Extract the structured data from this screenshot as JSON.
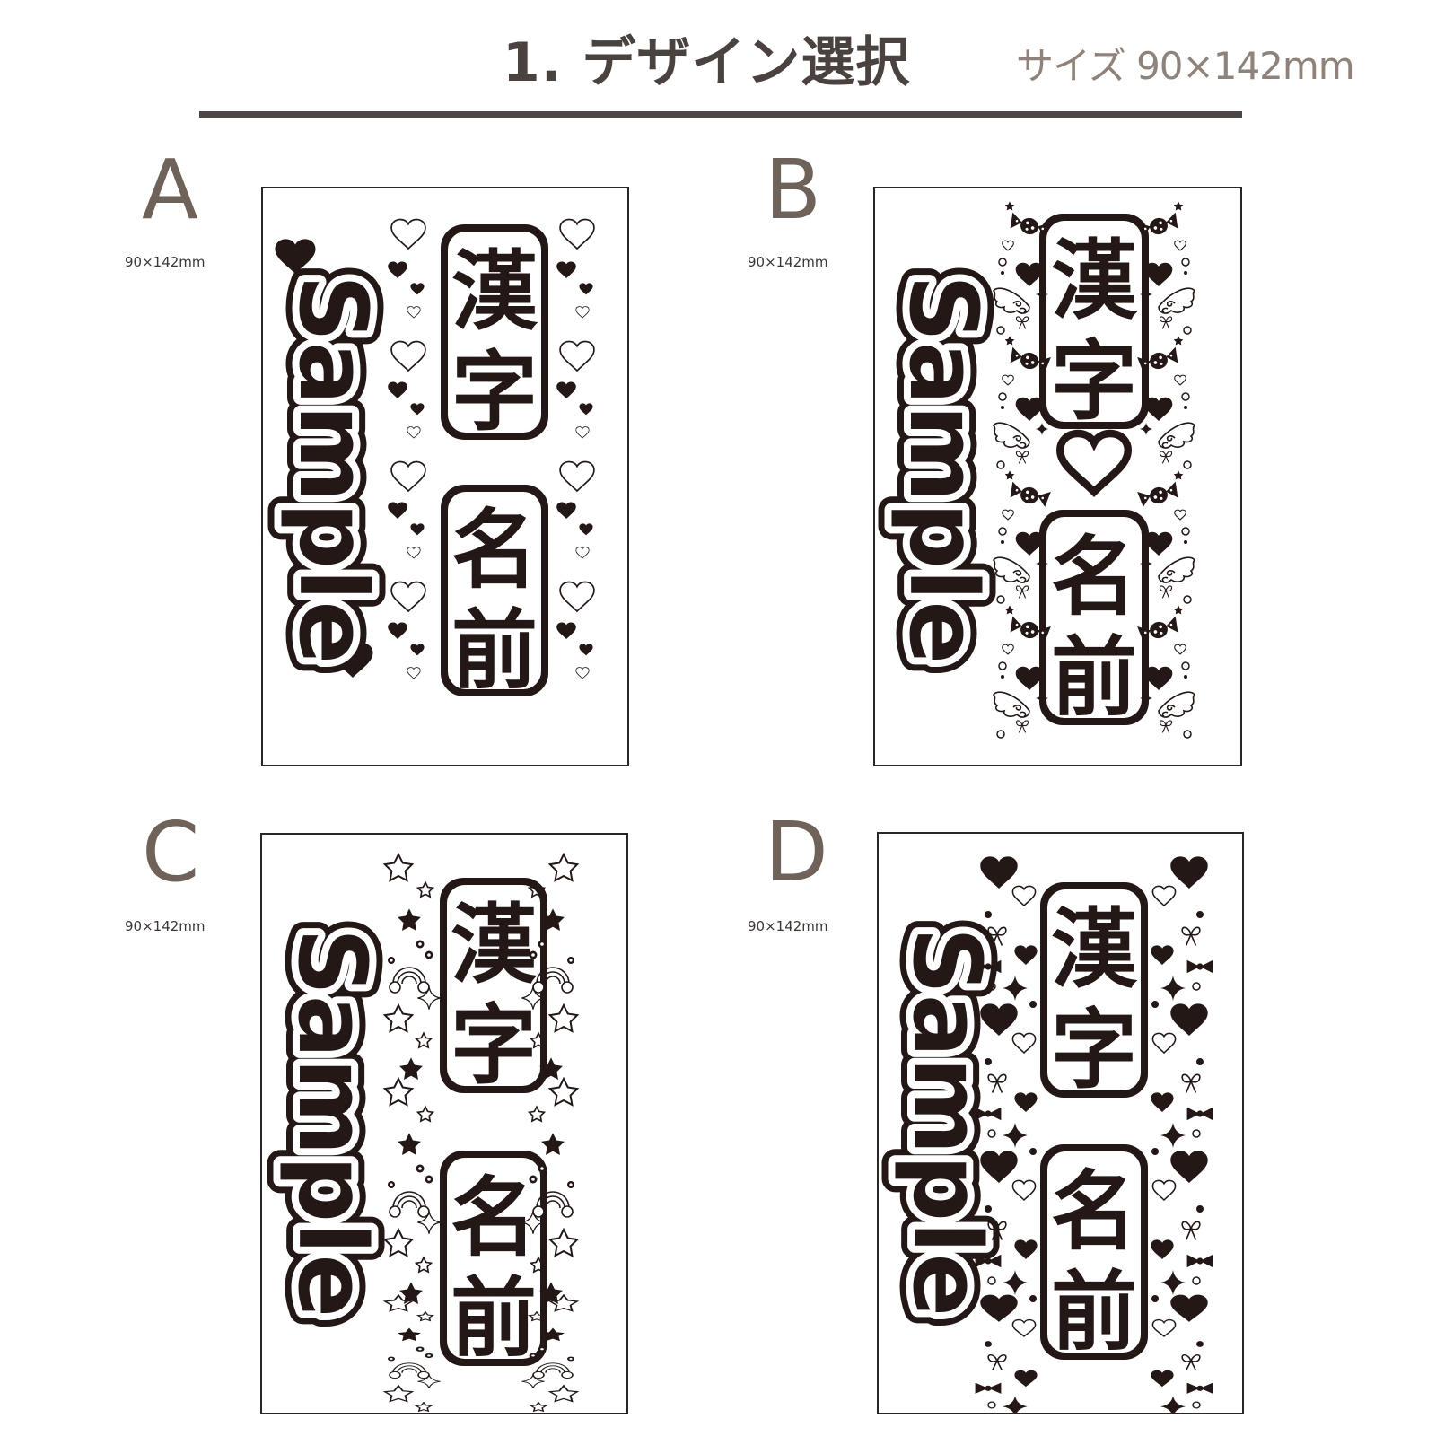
{
  "header": {
    "title": "1. デザイン選択",
    "size_note": "サイズ 90×142mm"
  },
  "colors": {
    "title": "#4a423e",
    "size_note": "#8f8279",
    "divider": "#4e4642",
    "letter": "#6e6259",
    "ink": "#231815"
  },
  "designs": [
    {
      "letter": "A",
      "dims": "90×142mm",
      "motif": "hearts",
      "text_latin": "Sample",
      "text_kanji_top": [
        "漢",
        "字"
      ],
      "text_kanji_bottom": [
        "名",
        "前"
      ],
      "heart_between": false
    },
    {
      "letter": "B",
      "dims": "90×142mm",
      "motif": "candy-wings-hearts",
      "text_latin": "Sample",
      "text_kanji_top": [
        "漢",
        "字"
      ],
      "text_kanji_bottom": [
        "名",
        "前"
      ],
      "heart_between": true
    },
    {
      "letter": "C",
      "dims": "90×142mm",
      "motif": "stars-rainbows",
      "text_latin": "Sample",
      "text_kanji_top": [
        "漢",
        "字"
      ],
      "text_kanji_bottom": [
        "名",
        "前"
      ],
      "heart_between": false
    },
    {
      "letter": "D",
      "dims": "90×142mm",
      "motif": "hearts-ribbons-sparkles",
      "text_latin": "Sample",
      "text_kanji_top": [
        "漢",
        "字"
      ],
      "text_kanji_bottom": [
        "名",
        "前"
      ],
      "heart_between": false
    }
  ]
}
